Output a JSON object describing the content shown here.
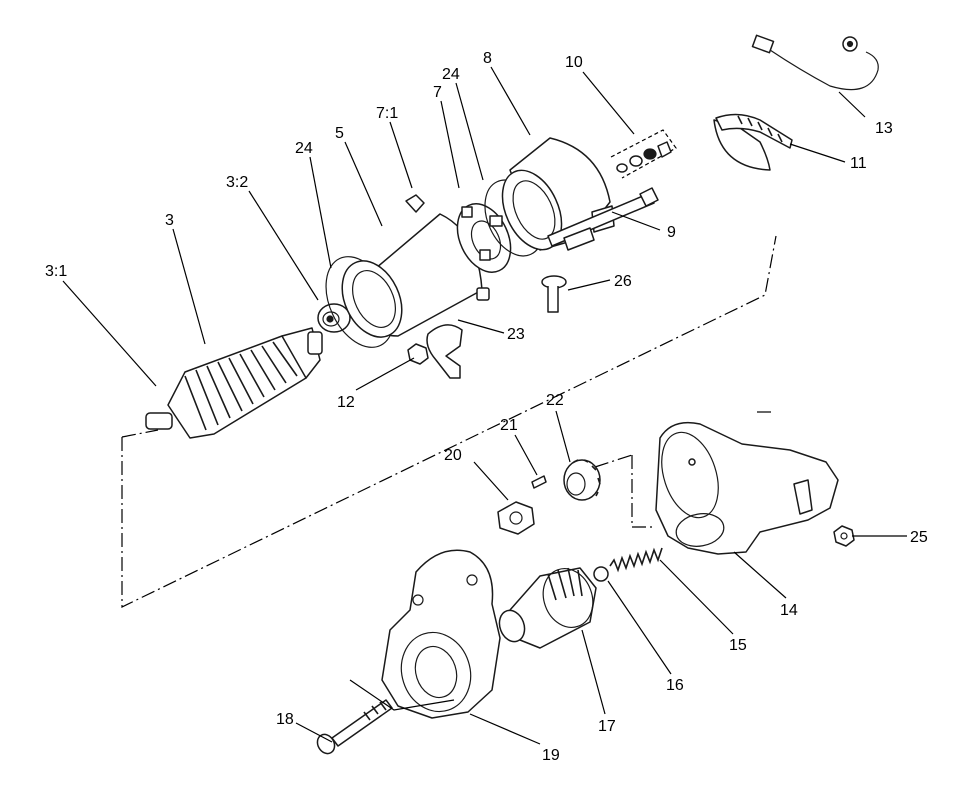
{
  "callouts": {
    "c3_1": "3:1",
    "c3": "3",
    "c3_2": "3:2",
    "c24a": "24",
    "c5": "5",
    "c7_1": "7:1",
    "c7": "7",
    "c24b": "24",
    "c8": "8",
    "c10": "10",
    "c13": "13",
    "c11": "11",
    "c9": "9",
    "c26": "26",
    "c23": "23",
    "c12": "12",
    "c22": "22",
    "c21": "21",
    "c20": "20",
    "c25": "25",
    "c14": "14",
    "c15": "15",
    "c16": "16",
    "c17": "17",
    "c18": "18",
    "c19": "19"
  }
}
